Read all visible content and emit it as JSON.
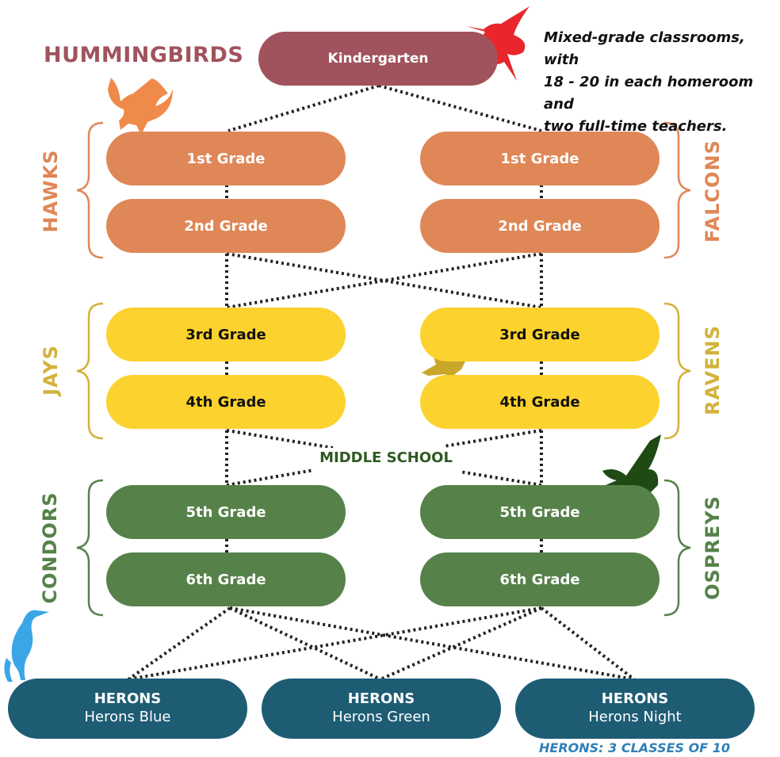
{
  "title": "HUMMINGBIRDS",
  "note": {
    "line1": "Mixed-grade classrooms, with",
    "line2": "18 - 20 in each homeroom and",
    "line3": "two full-time teachers."
  },
  "nodes": {
    "kindergarten": "Kindergarten",
    "grade1_left": "1st Grade",
    "grade1_right": "1st Grade",
    "grade2_left": "2nd Grade",
    "grade2_right": "2nd Grade",
    "grade3_left": "3rd Grade",
    "grade3_right": "3rd Grade",
    "grade4_left": "4th Grade",
    "grade4_right": "4th Grade",
    "grade5_left": "5th Grade",
    "grade5_right": "5th Grade",
    "grade6_left": "6th Grade",
    "grade6_right": "6th Grade"
  },
  "groups": {
    "hawks": "HAWKS",
    "falcons": "FALCONS",
    "jays": "JAYS",
    "ravens": "RAVENS",
    "condors": "CONDORS",
    "ospreys": "OSPREYS"
  },
  "middle_school": "MIDDLE SCHOOL",
  "herons": [
    {
      "title": "HERONS",
      "name": "Herons Blue"
    },
    {
      "title": "HERONS",
      "name": "Herons Green"
    },
    {
      "title": "HERONS",
      "name": "Herons Night"
    }
  ],
  "herons_note": "HERONS: 3 CLASSES OF 10",
  "colors": {
    "kindergarten": "#a0535c",
    "hawks_falcons": "#e08757",
    "jays_ravens": "#fbd22e",
    "condors_ospreys": "#568249",
    "herons": "#1e5c74",
    "middle_school_text": "#2e5a1f",
    "herons_note_text": "#2f7fb8"
  },
  "icons": [
    "hummingbird-icon",
    "hawk-icon",
    "raven-icon",
    "osprey-icon",
    "heron-icon"
  ]
}
